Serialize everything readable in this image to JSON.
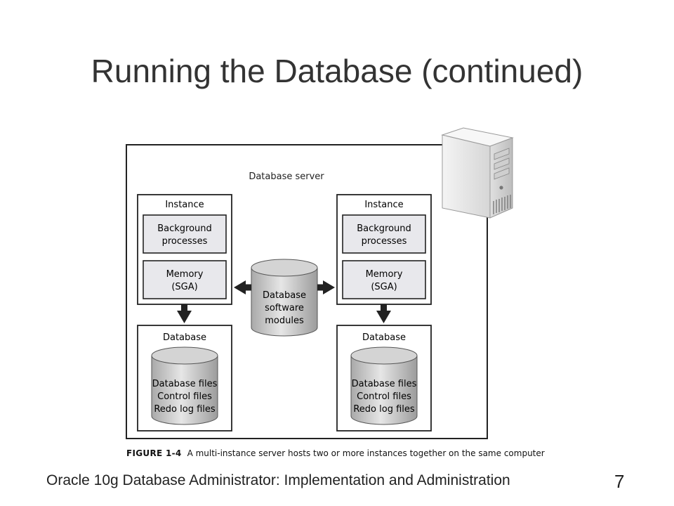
{
  "slide": {
    "title": "Running the Database (continued)",
    "footer": "Oracle 10g Database Administrator: Implementation and Administration",
    "page_number": "7"
  },
  "figure": {
    "server_label": "Database server",
    "instance_label": "Instance",
    "background_line1": "Background",
    "background_line2": "processes",
    "memory_line1": "Memory",
    "memory_line2": "(SGA)",
    "database_label": "Database",
    "files_line1": "Database files",
    "files_line2": "Control files",
    "files_line3": "Redo log files",
    "software_line1": "Database",
    "software_line2": "software",
    "software_line3": "modules",
    "caption_label": "FIGURE 1-4",
    "caption_text": "A multi-instance server hosts two or more instances together on the same computer",
    "icon": "server-tower-icon"
  }
}
